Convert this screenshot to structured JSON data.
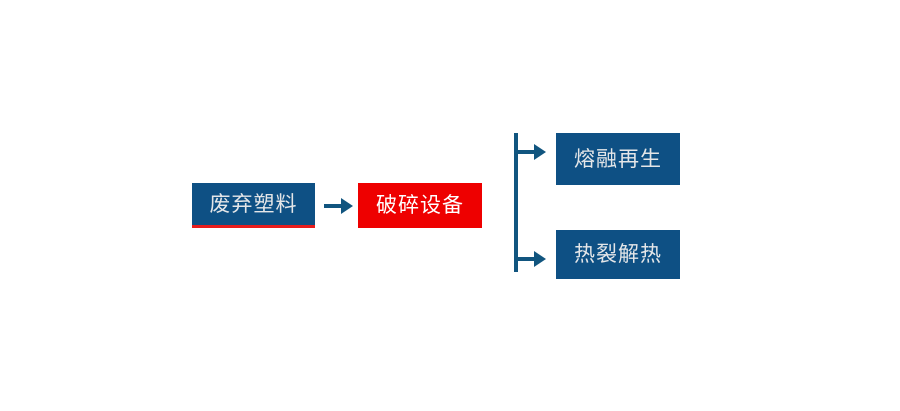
{
  "diagram": {
    "title": "",
    "background_color": "#ffffff",
    "palette": {
      "box_blue": "#0E5084",
      "box_red": "#EE0000",
      "accent_red": "#E81C1C",
      "connector_blue": "#11557F",
      "text_light": "#E4E6E8",
      "text_white": "#FFFFFF"
    },
    "nodes": [
      {
        "id": "waste-plastic",
        "label": "废弃塑料",
        "fill": "#0E5084",
        "text_color": "#E4E6E8",
        "underline_color": "#E81C1C"
      },
      {
        "id": "crushing-equipment",
        "label": "破碎设备",
        "fill": "#EE0000",
        "text_color": "#FFFFFF"
      },
      {
        "id": "melt-regeneration",
        "label": "熔融再生",
        "fill": "#0E5084",
        "text_color": "#E4E6E8"
      },
      {
        "id": "pyrolysis-heat",
        "label": "热裂解热",
        "fill": "#0E5084",
        "text_color": "#E4E6E8"
      }
    ],
    "connectors": [
      {
        "id": "arrow-waste-to-crusher",
        "icon": "arrow-right-icon",
        "from": "waste-plastic",
        "to": "crushing-equipment"
      },
      {
        "id": "branch-bracket",
        "icon": "branch-bracket-icon",
        "from": "crushing-equipment",
        "to": "melt-regeneration,pyrolysis-heat"
      },
      {
        "id": "arrow-branch-top",
        "icon": "arrow-right-icon",
        "from": "branch-bracket",
        "to": "melt-regeneration"
      },
      {
        "id": "arrow-branch-bottom",
        "icon": "arrow-right-icon",
        "from": "branch-bracket",
        "to": "pyrolysis-heat"
      }
    ]
  }
}
